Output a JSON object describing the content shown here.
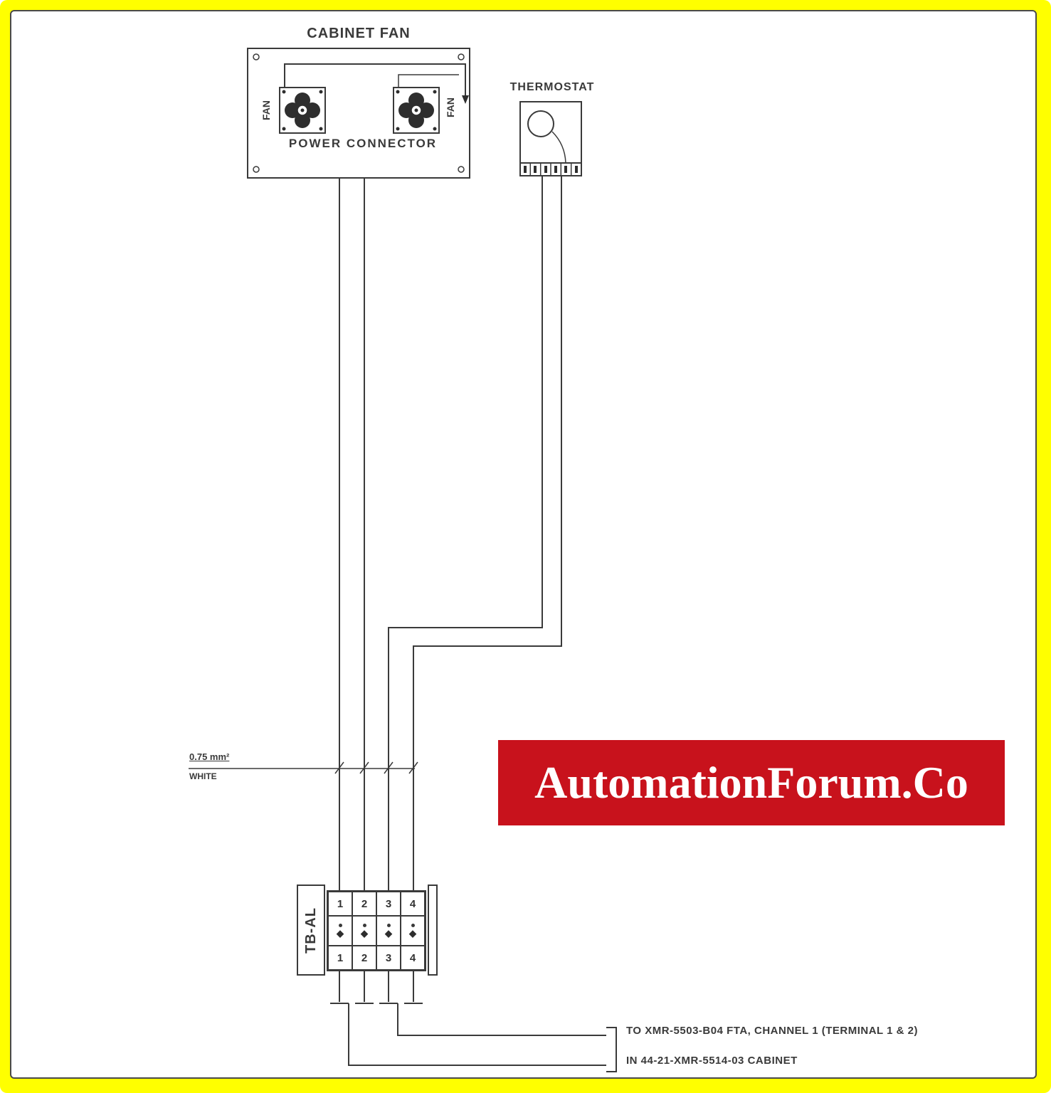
{
  "page": {
    "frame_color": "#ffff00",
    "line_color": "#3a3a3a"
  },
  "cabinet_fan": {
    "title": "CABINET FAN",
    "left_fan_label": "FAN",
    "right_fan_label": "FAN",
    "connector_label": "POWER CONNECTOR"
  },
  "thermostat": {
    "title": "THERMOSTAT"
  },
  "wire_callout": {
    "size": "0.75 mm²",
    "color": "WHITE"
  },
  "terminal_block": {
    "name": "TB-AL",
    "top_row": [
      "1",
      "2",
      "3",
      "4"
    ],
    "bottom_row": [
      "1",
      "2",
      "3",
      "4"
    ],
    "bridge_symbol": "◆"
  },
  "destination_note": {
    "line1": "TO XMR-5503-B04 FTA, CHANNEL 1 (TERMINAL 1 & 2)",
    "line2": "IN 44-21-XMR-5514-03 CABINET"
  },
  "watermark": {
    "text": "AutomationForum.Co",
    "background": "#c8121c",
    "foreground": "#ffffff"
  }
}
